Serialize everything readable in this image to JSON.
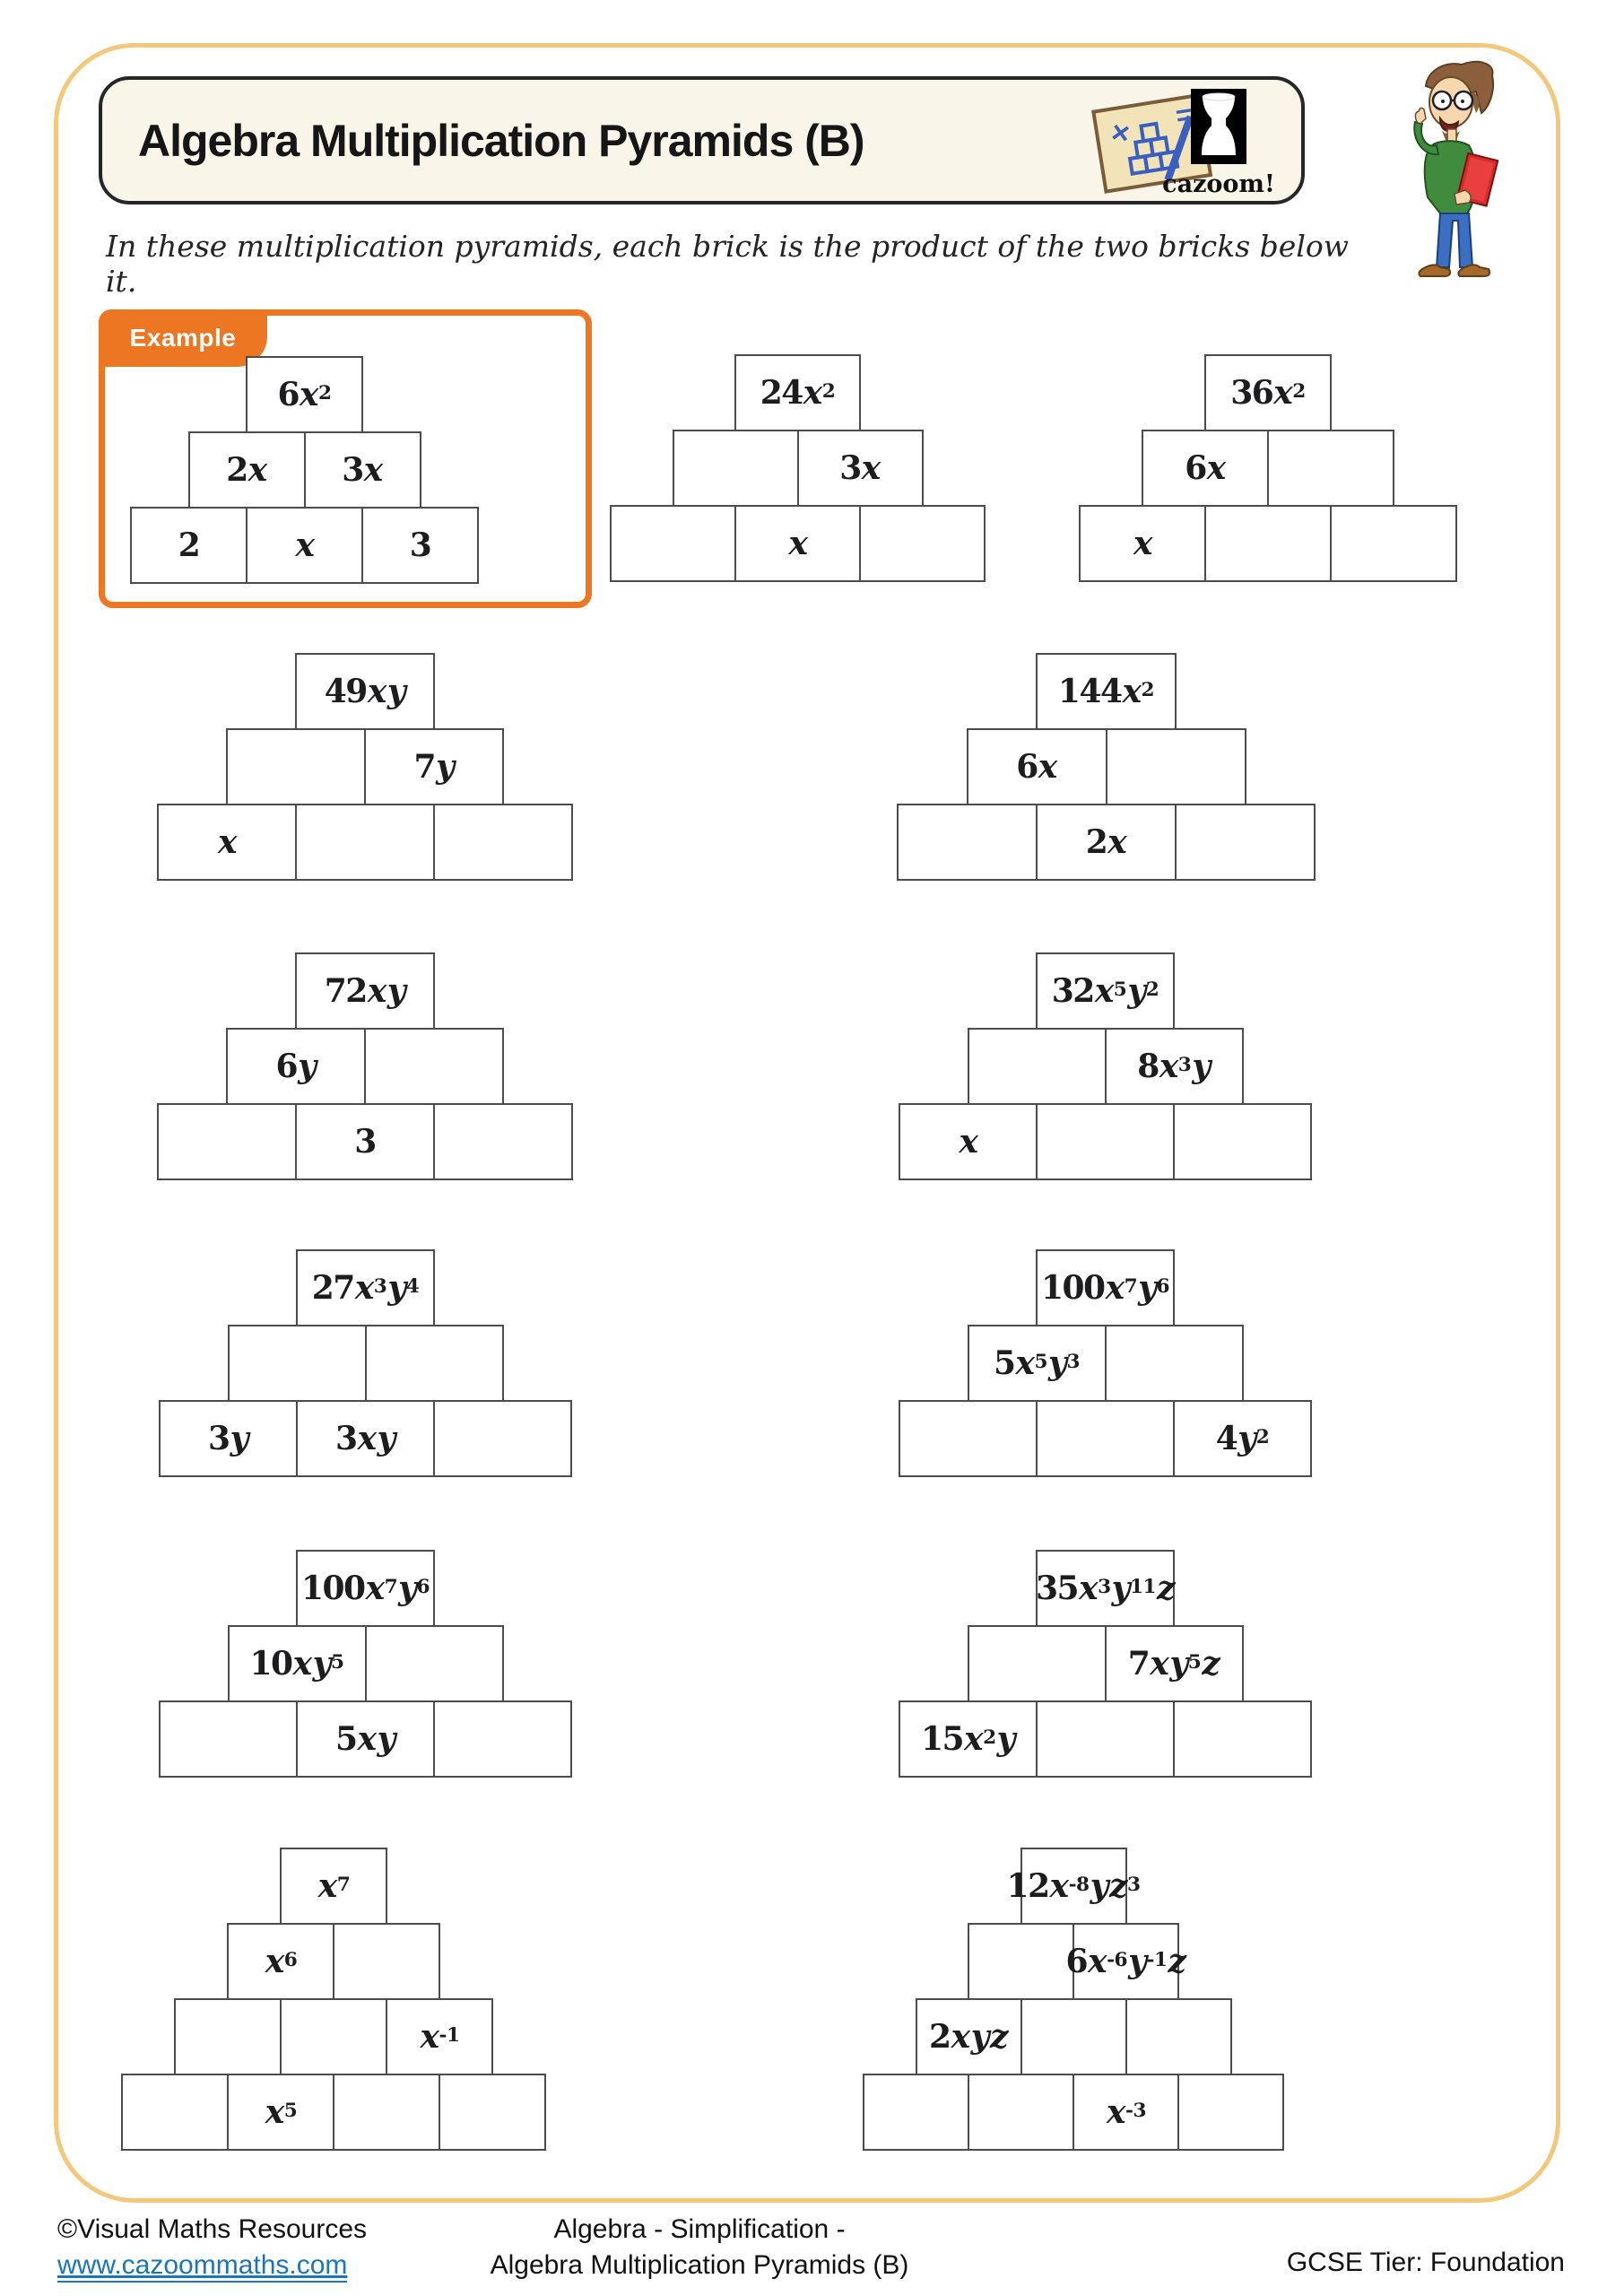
{
  "page": {
    "title": "Algebra Multiplication Pyramids (B)",
    "intro": "In these multiplication pyramids, each brick is the product of the two bricks below it.",
    "example_label": "Example",
    "logo_text": "cazoom!"
  },
  "footer": {
    "copyright": "©Visual Maths Resources",
    "website": "www.cazoommaths.com",
    "center_line1": "Algebra - Simplification -",
    "center_line2": "Algebra Multiplication Pyramids (B)",
    "tier": "GCSE Tier: Foundation"
  },
  "colors": {
    "accent_orange": "#ED7623",
    "page_border_tan": "#F3C87A",
    "header_cream": "#FAF5E9",
    "link_blue": "#1B75BC",
    "cell_border_gray": "#4c4c4e",
    "icon_blue": "#3B5FC0"
  },
  "pyramids": [
    {
      "label": "example-pyramid",
      "rows": [
        [
          "6x^2"
        ],
        [
          "2x",
          "3x"
        ],
        [
          "2",
          "x",
          "3"
        ]
      ]
    },
    {
      "label": "pyramid-2",
      "rows": [
        [
          "24x^2"
        ],
        [
          "",
          "3x"
        ],
        [
          "",
          "x",
          ""
        ]
      ]
    },
    {
      "label": "pyramid-3",
      "rows": [
        [
          "36x^2"
        ],
        [
          "6x",
          ""
        ],
        [
          "x",
          "",
          ""
        ]
      ]
    },
    {
      "label": "pyramid-4",
      "rows": [
        [
          "49xy"
        ],
        [
          "",
          "7y"
        ],
        [
          "x",
          "",
          ""
        ]
      ]
    },
    {
      "label": "pyramid-5",
      "rows": [
        [
          "144x^2"
        ],
        [
          "6x",
          ""
        ],
        [
          "",
          "2x",
          ""
        ]
      ]
    },
    {
      "label": "pyramid-6",
      "rows": [
        [
          "72xy"
        ],
        [
          "6y",
          ""
        ],
        [
          "",
          "3",
          ""
        ]
      ]
    },
    {
      "label": "pyramid-7",
      "rows": [
        [
          "32x^5y^2"
        ],
        [
          "",
          "8x^3y"
        ],
        [
          "x",
          "",
          ""
        ]
      ]
    },
    {
      "label": "pyramid-8",
      "rows": [
        [
          "27x^3y^4"
        ],
        [
          "",
          ""
        ],
        [
          "3y",
          "3xy",
          ""
        ]
      ]
    },
    {
      "label": "pyramid-9",
      "rows": [
        [
          "100x^7y^6"
        ],
        [
          "5x^5y^3",
          ""
        ],
        [
          "",
          "",
          "4y^2"
        ]
      ]
    },
    {
      "label": "pyramid-10",
      "rows": [
        [
          "100x^7y^6"
        ],
        [
          "10xy^5",
          ""
        ],
        [
          "",
          "5xy",
          ""
        ]
      ]
    },
    {
      "label": "pyramid-11",
      "rows": [
        [
          "35x^3y^11z"
        ],
        [
          "",
          "7xy^5z"
        ],
        [
          "15x^2y",
          "",
          ""
        ]
      ]
    },
    {
      "label": "pyramid-12",
      "rows": [
        [
          "x^7"
        ],
        [
          "x^6",
          ""
        ],
        [
          "",
          "",
          "x^-1"
        ],
        [
          "",
          "x^5",
          "",
          ""
        ]
      ]
    },
    {
      "label": "pyramid-13",
      "rows": [
        [
          "12x^-8yz^3"
        ],
        [
          "",
          "6x^-6y^-1z"
        ],
        [
          "2xyz",
          "",
          ""
        ],
        [
          "",
          "",
          "x^-3",
          ""
        ]
      ]
    }
  ]
}
